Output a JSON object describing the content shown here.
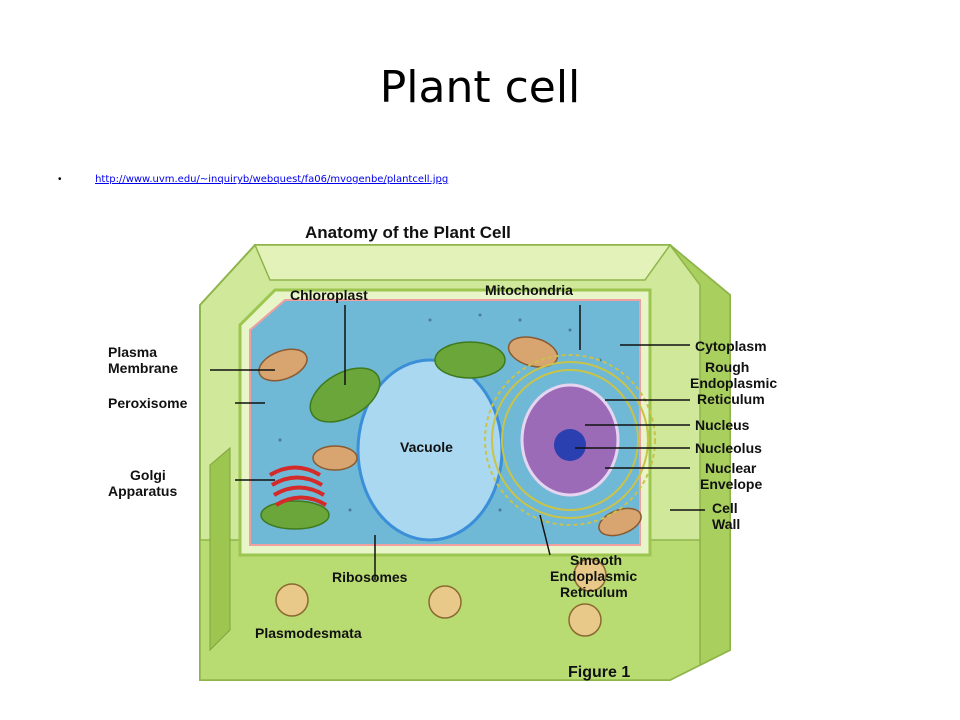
{
  "slide": {
    "title": "Plant cell",
    "bullet_symbol": "•",
    "link_text": "http://www.uvm.edu/~inquiryb/webquest/fa06/mvogenbe/plantcell.jpg"
  },
  "diagram": {
    "title": "Anatomy of the Plant Cell",
    "caption": "Figure 1",
    "labels": {
      "chloroplast": "Chloroplast",
      "mitochondria": "Mitochondria",
      "plasma_membrane_1": "Plasma",
      "plasma_membrane_2": "Membrane",
      "peroxisome": "Peroxisome",
      "vacuole": "Vacuole",
      "golgi_1": "Golgi",
      "golgi_2": "Apparatus",
      "ribosomes": "Ribosomes",
      "plasmodesmata": "Plasmodesmata",
      "cytoplasm": "Cytoplasm",
      "rough_er_1": "Rough",
      "rough_er_2": "Endoplasmic",
      "rough_er_3": "Reticulum",
      "nucleus": "Nucleus",
      "nucleolus": "Nucleolus",
      "nuclear_envelope_1": "Nuclear",
      "nuclear_envelope_2": "Envelope",
      "cell_wall_1": "Cell",
      "cell_wall_2": "Wall",
      "smooth_er_1": "Smooth",
      "smooth_er_2": "Endoplasmic",
      "smooth_er_3": "Reticulum"
    },
    "colors": {
      "cell_wall": "#b7d96a",
      "cytoplasm": "#6fb8d6",
      "vacuole": "#a9d8f0",
      "nucleus": "#9b6bb8",
      "golgi": "#d42a2a",
      "chloroplast": "#6aa63a"
    }
  }
}
